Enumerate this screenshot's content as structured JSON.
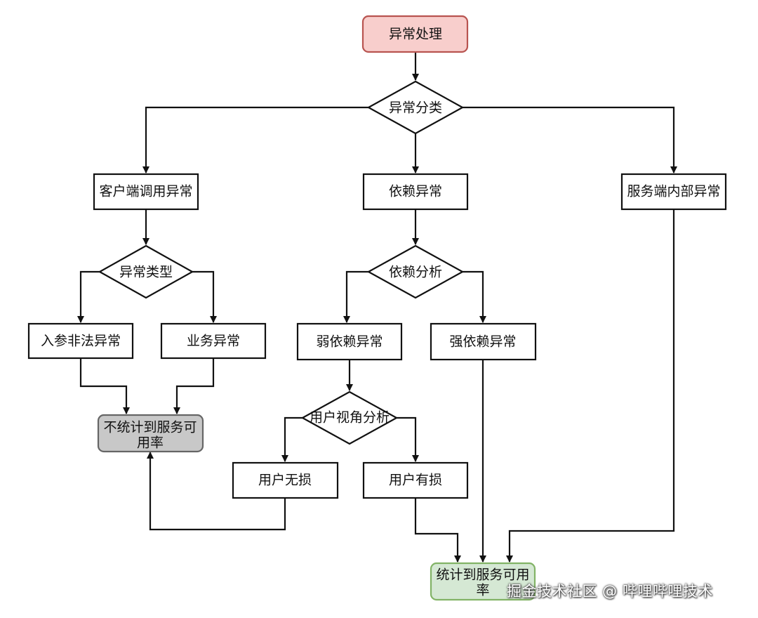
{
  "nodes": {
    "root": "异常处理",
    "classify": "异常分类",
    "client_error": "客户端调用异常",
    "dependency_error": "依赖异常",
    "server_internal_error": "服务端内部异常",
    "error_type": "异常类型",
    "dependency_analysis": "依赖分析",
    "illegal_param_error": "入参非法异常",
    "business_error": "业务异常",
    "weak_dependency_error": "弱依赖异常",
    "strong_dependency_error": "强依赖异常",
    "not_counted": [
      "不统计到服务可",
      "用率"
    ],
    "user_perspective": "用户视角分析",
    "user_no_loss": "用户无损",
    "user_loss": "用户有损",
    "counted": [
      "统计到服务可用",
      "率"
    ]
  },
  "colors": {
    "root_fill": "#f8cecc",
    "root_stroke": "#b85450",
    "gray_fill": "#c8c8c8",
    "gray_stroke": "#666666",
    "green_fill": "#d5e8d4",
    "green_stroke": "#82b366"
  },
  "watermark": "掘金技术社区 @ 哔哩哔哩技术"
}
